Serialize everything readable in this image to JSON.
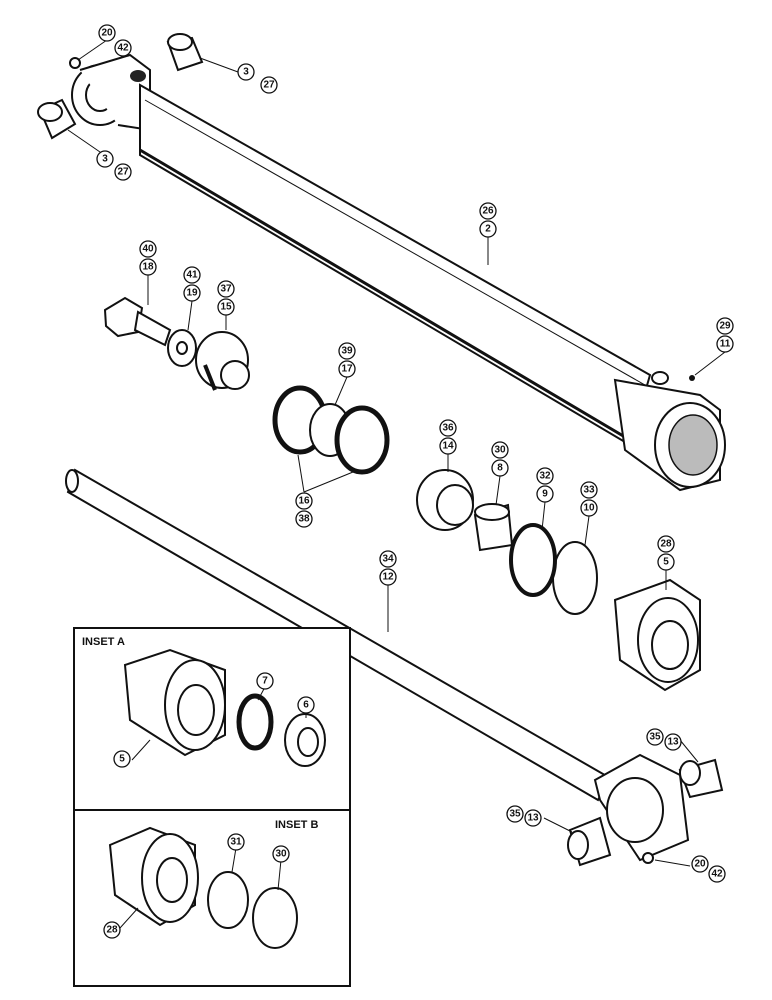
{
  "insets": [
    {
      "title": "INSET A"
    },
    {
      "title": "INSET B"
    }
  ],
  "callouts": {
    "c20a": "20",
    "c42a": "42",
    "c3a": "3",
    "c27a": "27",
    "c3b": "3",
    "c27b": "27",
    "c26": "26",
    "c2": "2",
    "c40": "40",
    "c18": "18",
    "c41": "41",
    "c19": "19",
    "c37": "37",
    "c15": "15",
    "c39": "39",
    "c17": "17",
    "c16": "16",
    "c38": "38",
    "c36": "36",
    "c14": "14",
    "c30": "30",
    "c8": "8",
    "c32": "32",
    "c9": "9",
    "c33": "33",
    "c10": "10",
    "c29": "29",
    "c11": "11",
    "c28": "28",
    "c5": "5",
    "c34": "34",
    "c12": "12",
    "c35a": "35",
    "c13a": "13",
    "c35b": "35",
    "c13b": "13",
    "c20b": "20",
    "c42b": "42",
    "iA7": "7",
    "iA6": "6",
    "iA5": "5",
    "iB31": "31",
    "iB30": "30",
    "iB28": "28"
  }
}
